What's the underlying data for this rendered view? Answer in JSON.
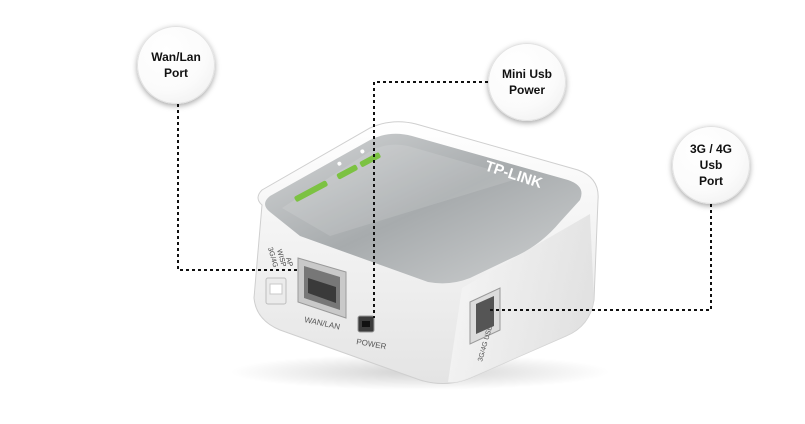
{
  "callouts": {
    "wan_lan": {
      "line1": "Wan/Lan",
      "line2": "Port"
    },
    "mini_usb": {
      "line1": "Mini Usb",
      "line2": "Power"
    },
    "usb_3g4g": {
      "line1": "3G / 4G",
      "line2": "Usb",
      "line3": "Port"
    }
  },
  "device": {
    "brand": "TP-LINK",
    "port_labels": {
      "wan": "WAN/LAN",
      "power": "POWER",
      "usb": "3G/4G USB"
    },
    "mode_switch_labels": [
      "3G/4G",
      "WISP",
      "AP"
    ]
  },
  "colors": {
    "callout_text": "#111111",
    "leader_line": "#111111",
    "led_green": "#7cc242",
    "device_top": "#a9adaf",
    "device_body": "#f4f4f4"
  }
}
